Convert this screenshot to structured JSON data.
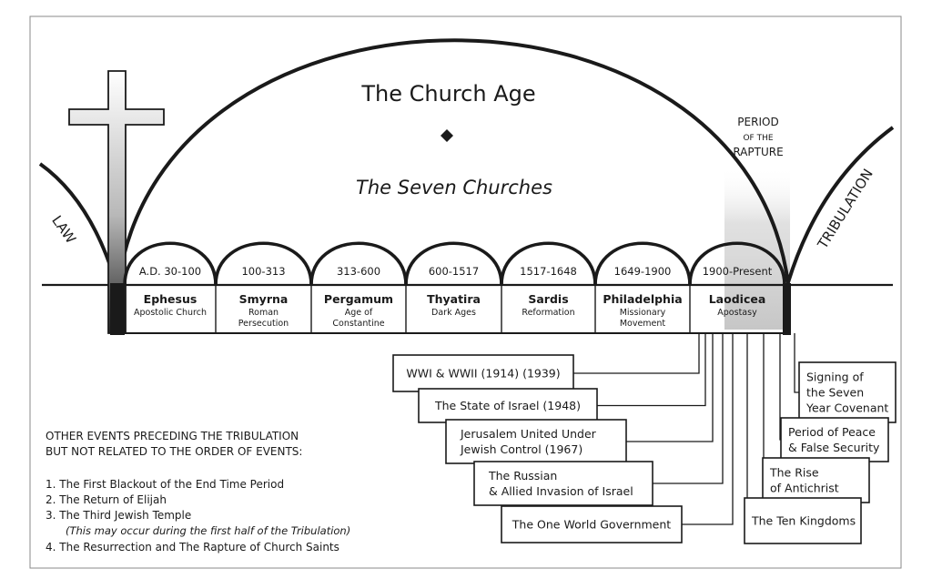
{
  "diagram": {
    "title": "The Church Age",
    "subtitle": "The Seven Churches",
    "left_label": "LAW",
    "right_label": "TRIBULATION",
    "rapture_label": [
      "PERIOD",
      "OF THE",
      "RAPTURE"
    ],
    "churches": [
      {
        "range": "A.D. 30-100",
        "name": "Ephesus",
        "sub": [
          "Apostolic Church"
        ]
      },
      {
        "range": "100-313",
        "name": "Smyrna",
        "sub": [
          "Roman",
          "Persecution"
        ]
      },
      {
        "range": "313-600",
        "name": "Pergamum",
        "sub": [
          "Age of",
          "Constantine"
        ]
      },
      {
        "range": "600-1517",
        "name": "Thyatira",
        "sub": [
          "Dark Ages"
        ]
      },
      {
        "range": "1517-1648",
        "name": "Sardis",
        "sub": [
          "Reformation"
        ]
      },
      {
        "range": "1649-1900",
        "name": "Philadelphia",
        "sub": [
          "Missionary",
          "Movement"
        ]
      },
      {
        "range": "1900-Present",
        "name": "Laodicea",
        "sub": [
          "Apostasy"
        ]
      }
    ],
    "left_events": [
      {
        "lines": [
          "WWI & WWII (1914)  (1939)"
        ]
      },
      {
        "lines": [
          "The State of Israel  (1948)"
        ]
      },
      {
        "lines": [
          "Jerusalem United Under",
          "Jewish Control  (1967)"
        ]
      },
      {
        "lines": [
          "The Russian",
          "& Allied Invasion of Israel"
        ]
      },
      {
        "lines": [
          "The One World Government"
        ]
      }
    ],
    "right_events": [
      {
        "lines": [
          "Signing of",
          "the Seven",
          "Year Covenant"
        ]
      },
      {
        "lines": [
          "Period of Peace",
          "& False Security"
        ]
      },
      {
        "lines": [
          "The Rise",
          "of Antichrist"
        ]
      },
      {
        "lines": [
          "The Ten Kingdoms"
        ]
      }
    ],
    "notes": {
      "heading": [
        "OTHER EVENTS PRECEDING THE TRIBULATION",
        "BUT NOT RELATED TO THE ORDER OF EVENTS:"
      ],
      "items": [
        "1.  The First Blackout of the End Time Period",
        "2.  The Return of Elijah",
        "3.  The Third Jewish Temple",
        "4.  The Resurrection and The Rapture of Church Saints"
      ],
      "aside": "(This may occur during the first half of the Tribulation)"
    }
  }
}
